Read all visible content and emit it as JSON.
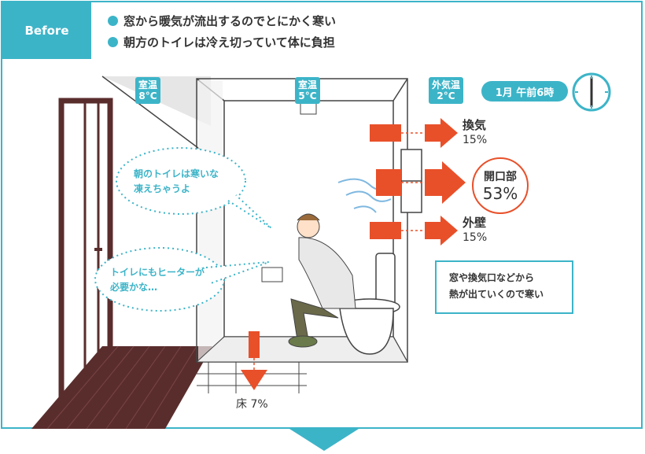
{
  "tag": "Before",
  "bullets": [
    "窓から暖気が流出するのでとにかく寒い",
    "朝方のトイレは冷え切っていて体に負担"
  ],
  "temps": {
    "room1": {
      "label": "室温",
      "value": "8°C"
    },
    "room2": {
      "label": "室温",
      "value": "5°C"
    },
    "outside": {
      "label": "外気温",
      "value": "2°C"
    }
  },
  "clock": {
    "label": "1月 午前6時"
  },
  "losses": {
    "vent": {
      "name": "換気",
      "value": "15%"
    },
    "opening": {
      "name": "開口部",
      "value": "53%"
    },
    "wall": {
      "name": "外壁",
      "value": "15%"
    },
    "floor": {
      "name": "床",
      "value": "7%"
    }
  },
  "speech": {
    "bubble1": [
      "朝のトイレは寒いな",
      "凍えちゃうよ"
    ],
    "bubble2": [
      "トイレにもヒーターが",
      "必要かな…"
    ]
  },
  "note": [
    "窓や換気口などから",
    "熱が出ていくので寒い"
  ],
  "colors": {
    "accent": "#3cb4c8",
    "heat": "#e8502a"
  }
}
